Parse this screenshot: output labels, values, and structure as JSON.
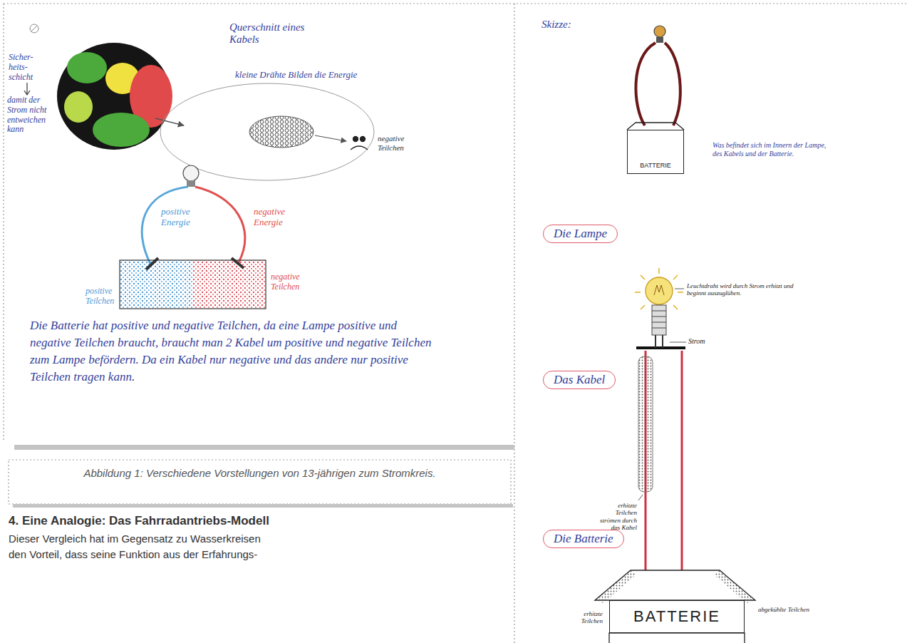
{
  "diagram": {
    "title": "4. Eine Analogie: Das Fahrradantriebs-Modell",
    "caption": "Abbildung 1: Verschiedene Vorstellungen von 13-jährigen zum Stromkreis.",
    "nodes": [
      {
        "text": [
          "BATTERIE"
        ]
      },
      {
        "text": [
          "Die Lampe"
        ]
      },
      {
        "text": [
          "Das Kabel"
        ]
      },
      {
        "text": [
          "Die Batterie"
        ]
      },
      {
        "text": [
          "BATTERIE"
        ]
      }
    ],
    "labels": [
      "Querschnitt eines Kabels",
      "Sicher- heits- schicht",
      "damit der Strom nicht entweichen kann",
      "kleine Drähte Bilden die Energie",
      "negative Teilchen",
      "positive Energie",
      "negative Energie",
      "positive Teilchen",
      "negative Teilchen",
      "Die Batterie hat positive und negative Teilchen, da eine Lampe positive und negative Teilchen braucht, braucht man 2 Kabel um positive und negative Teilchen zum Lampe befördern. Da ein Kabel nur negative und das andere nur positive Teilchen tragen kann.",
      "Skizze:",
      "Was befindet sich im Innern der Lampe, des Kabels und der Batterie.",
      "Leuchtdraht wird durch Strom erhitzt und beginnt auszuglühen.",
      "Strom",
      "erhitzte Teilchen strömen durch das Kabel",
      "erhitzte Teilchen",
      "abgekühlte Teilchen",
      "Dieser Vergleich hat im Gegensatz zu Wasserkreisen den Vorteil, dass seine Funktion aus der Erfahrungs-"
    ]
  }
}
